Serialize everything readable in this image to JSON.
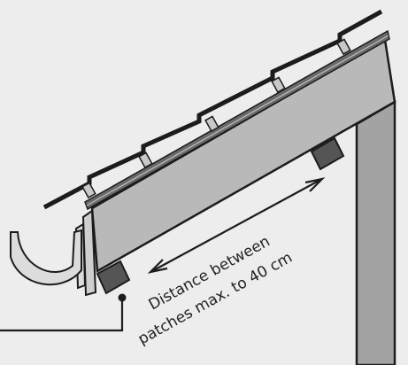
{
  "diagram": {
    "annotation": {
      "line1": "Distance between",
      "line2": "patches max. to 40 cm"
    },
    "colors": {
      "background": "#ededed",
      "insulation": "#b9b9b9",
      "wall": "#a3a3a3",
      "patch": "#555555",
      "gutter": "#dcdcdc",
      "outline": "#1c1c1c"
    },
    "icons": {
      "distance": "double-headed-arrow",
      "pointer": "leader-line-with-dot"
    }
  }
}
